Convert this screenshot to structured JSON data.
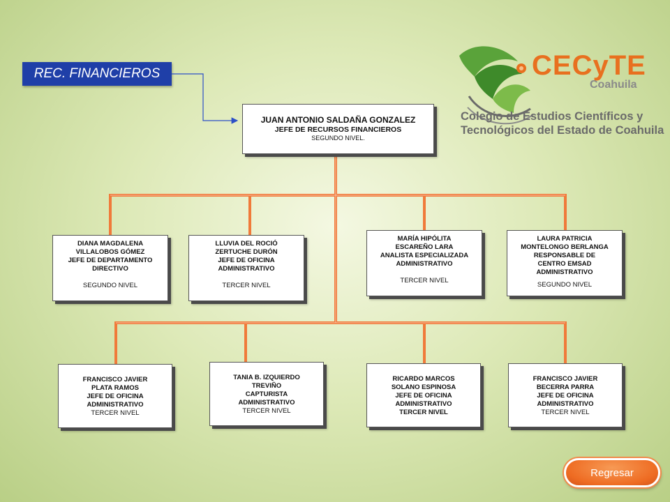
{
  "section_tag": "REC. FINANCIEROS",
  "logo": {
    "brand": "CECyTE",
    "state": "Coahuila",
    "line1": "Colegio de Estudios Científicos y",
    "line2": "Tecnológicos del Estado de Coahuila"
  },
  "top": {
    "name": "JUAN ANTONIO SALDAÑA GONZALEZ",
    "title": "JEFE DE RECURSOS FINANCIEROS",
    "level": "SEGUNDO NIVEL."
  },
  "row1": [
    {
      "bold": "DIANA MAGDALENA\nVILLALOBOS GÓMEZ\nJEFE DE DEPARTAMENTO\nDIRECTIVO",
      "level": "SEGUNDO NIVEL"
    },
    {
      "bold": "LLUVIA  DEL ROCIÓ\nZERTUCHE DURÓN\nJEFE DE OFICINA\nADMINISTRATIVO",
      "level": "TERCER NIVEL"
    },
    {
      "bold": "MARÍA HIPÓLITA\nESCAREÑO LARA\nANALISTA ESPECIALIZADA\nADMINISTRATIVO",
      "level": "TERCER NIVEL"
    },
    {
      "bold": "LAURA PATRICIA\nMONTELONGO BERLANGA\nRESPONSABLE DE\nCENTRO EMSAD\nADMINISTRATIVO",
      "level": "SEGUNDO NIVEL"
    }
  ],
  "row2": [
    {
      "bold": "FRANCISCO  JAVIER\nPLATA RAMOS\nJEFE DE OFICINA\nADMINISTRATIVO",
      "level": "TERCER NIVEL"
    },
    {
      "bold": "TANIA B. IZQUIERDO\nTREVIÑO\nCAPTURISTA\nADMINISTRATIVO",
      "level": "TERCER NIVEL"
    },
    {
      "bold": "RICARDO MARCOS\nSOLANO ESPINOSA\nJEFE DE OFICINA\nADMINISTRATIVO\nTERCER NIVEL",
      "level": ""
    },
    {
      "bold": "FRANCISCO JAVIER\nBECERRA PARRA\nJEFE DE OFICINA\nADMINISTRATIVO",
      "level": "TERCER NIVEL"
    }
  ],
  "back_button": "Regresar",
  "colors": {
    "accent": "#ee6b22",
    "tag": "#1f3fa8",
    "connector": "#f07a3a"
  }
}
